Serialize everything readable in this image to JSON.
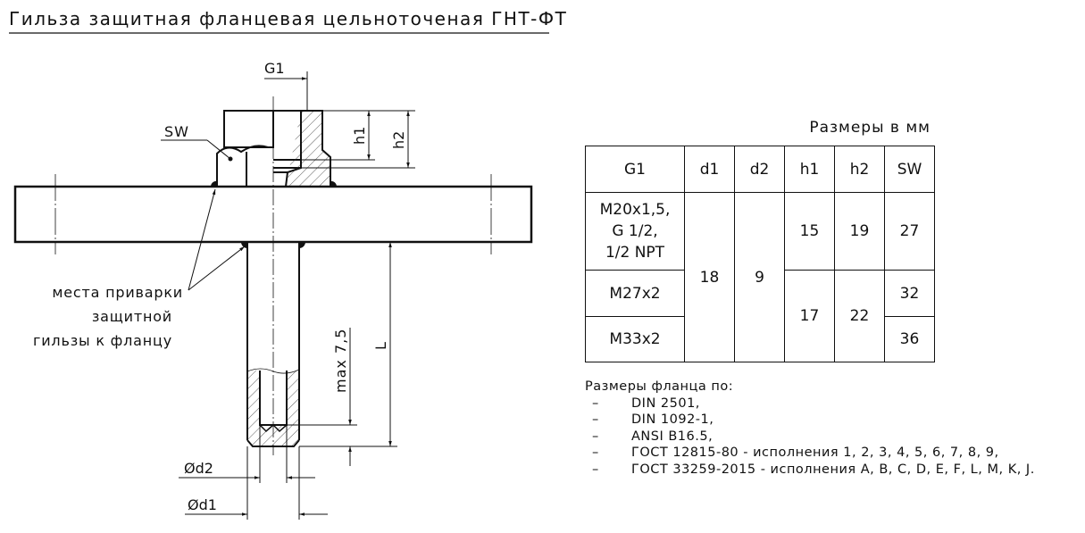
{
  "title": "Гильза защитная фланцевая цельноточеная ГНТ-ФТ",
  "drawing": {
    "g1_label": "G1",
    "sw_label": "SW",
    "h1_label": "h1",
    "h2_label": "h2",
    "l_label": "L",
    "max_label": "max 7,5",
    "d2_label": "Ød2",
    "d1_label": "Ød1",
    "weld_note": [
      "места приварки",
      "защитной",
      "гильзы к фланцу"
    ]
  },
  "table": {
    "caption": "Размеры в мм",
    "headers": [
      "G1",
      "d1",
      "d2",
      "h1",
      "h2",
      "SW"
    ],
    "g1_rows": [
      "M20x1,5,\nG 1/2,\n1/2 NPT",
      "M27x2",
      "M33x2"
    ],
    "d1": "18",
    "d2": "9",
    "h1": [
      "15",
      "17"
    ],
    "h2": [
      "19",
      "22"
    ],
    "sw": [
      "27",
      "32",
      "36"
    ]
  },
  "notes": {
    "heading": "Размеры фланца по:",
    "dash": "–",
    "items": [
      "DIN 2501,",
      "DIN 1092-1,",
      "ANSI B16.5,",
      "ГОСТ 12815-80 - исполнения 1, 2, 3, 4, 5, 6, 7, 8, 9,",
      "ГОСТ 33259-2015 - исполнения A, B, C, D, E, F, L, M, K, J."
    ]
  }
}
